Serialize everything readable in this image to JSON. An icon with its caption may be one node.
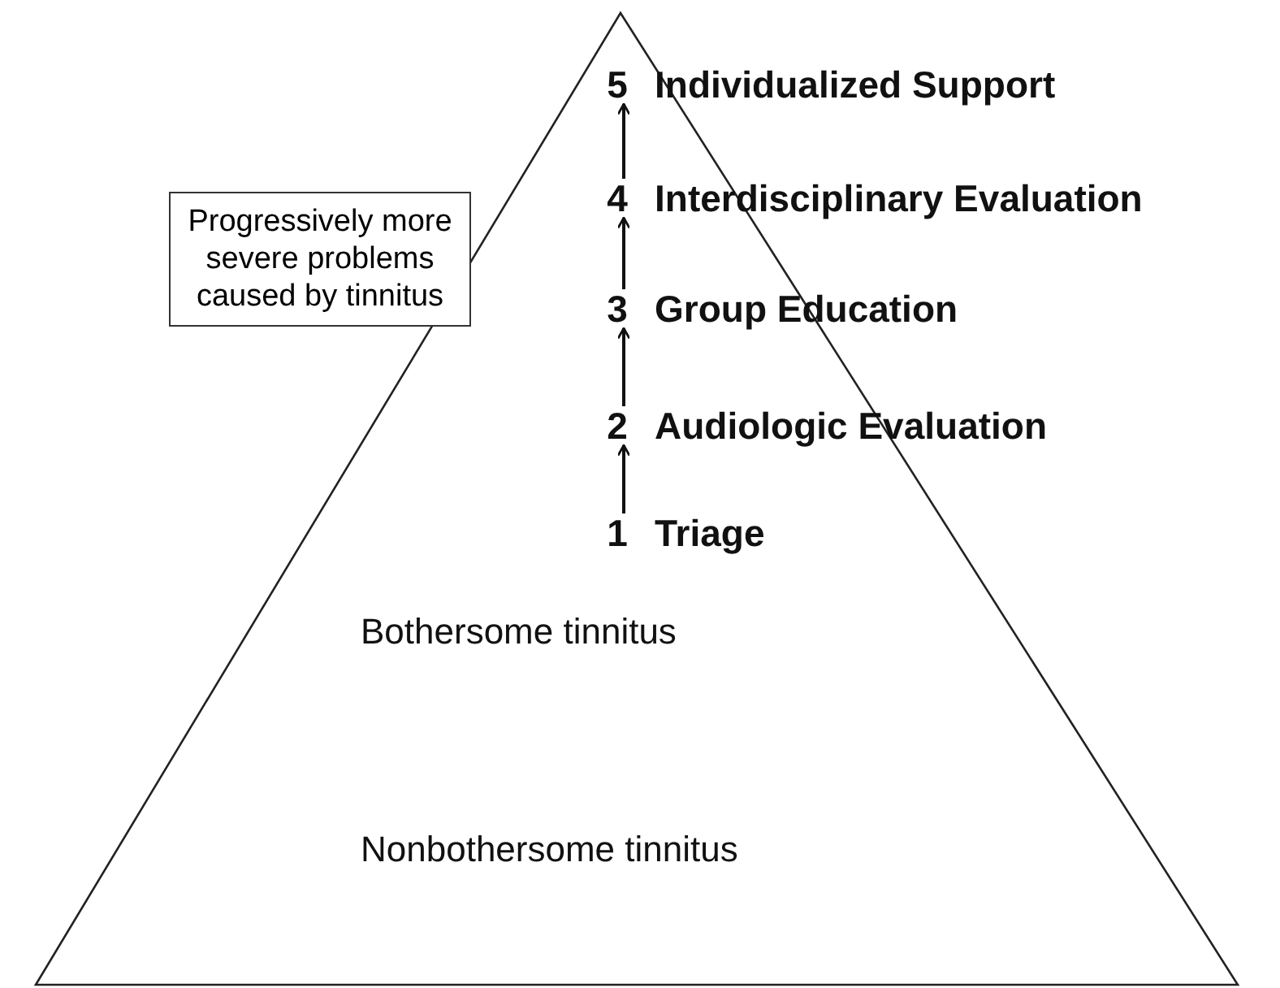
{
  "diagram": {
    "nodes": [
      {
        "text": [
          "5",
          "Individualized Support"
        ]
      },
      {
        "text": [
          "4",
          "Interdisciplinary Evaluation"
        ]
      },
      {
        "text": [
          "3",
          "Group Education"
        ]
      },
      {
        "text": [
          "2",
          "Audiologic Evaluation"
        ]
      },
      {
        "text": [
          "1",
          "Triage"
        ]
      },
      {
        "text": [
          "Progressively more severe problems caused by tinnitus"
        ]
      }
    ],
    "edges": [
      {
        "from": 4,
        "to": 3,
        "arrow": "to"
      },
      {
        "from": 3,
        "to": 2,
        "arrow": "to"
      },
      {
        "from": 2,
        "to": 1,
        "arrow": "to"
      },
      {
        "from": 1,
        "to": 0,
        "arrow": "to"
      }
    ],
    "labels": [
      "Bothersome tinnitus",
      "Nonbothersome tinnitus"
    ]
  }
}
